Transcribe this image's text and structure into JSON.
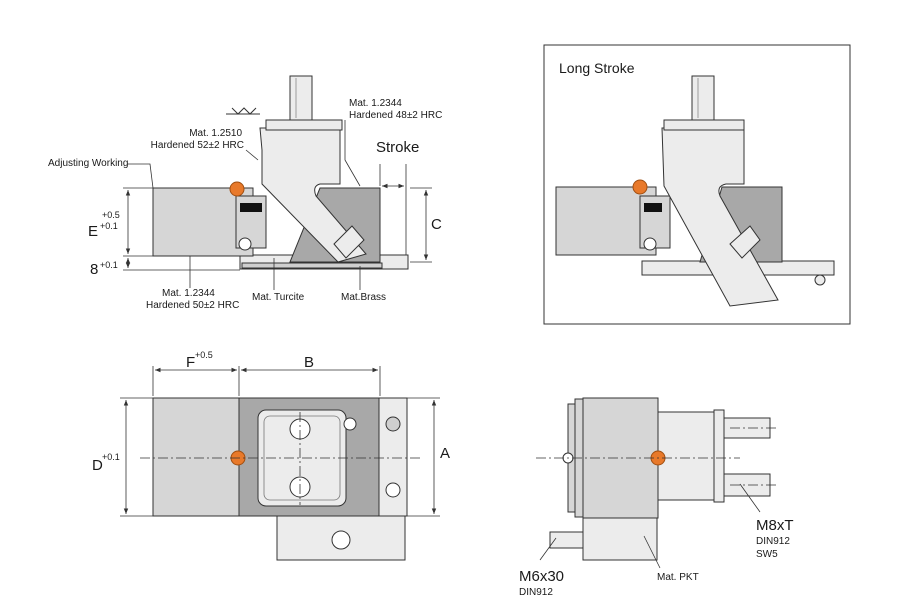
{
  "colors": {
    "body_grey": "#d6d6d6",
    "dark_grey": "#a8a8a8",
    "light_grey": "#ececec",
    "marker_orange": "#e8792a",
    "line": "#333333"
  },
  "side_view": {
    "material_1": {
      "line1": "Mat. 1.2344",
      "line2": "Hardened 48±2 HRC"
    },
    "material_2": {
      "line1": "Mat. 1.2510",
      "line2": "Hardened 52±2 HRC"
    },
    "material_3": {
      "line1": "Mat. 1.2344",
      "line2": "Hardened 50±2 HRC"
    },
    "adjusting_working": "Adjusting Working",
    "stroke": "Stroke",
    "dim_c": "C",
    "dim_e": "E",
    "dim_e_tol_upper": "+0.5",
    "dim_e_tol_lower": "+0.1",
    "dim_8": "8",
    "dim_8_tol": "+0.1",
    "mat_turcite": "Mat. Turcite",
    "mat_brass": "Mat.Brass"
  },
  "long_stroke": {
    "title": "Long Stroke"
  },
  "top_view": {
    "dim_f": "F",
    "dim_f_tol": "+0.5",
    "dim_b": "B",
    "dim_d": "D",
    "dim_d_tol": "+0.1",
    "dim_a": "A"
  },
  "end_view": {
    "screw_1": {
      "size": "M8xT",
      "std": "DIN912",
      "key": "SW5"
    },
    "screw_2": {
      "size": "M6x30",
      "std": "DIN912"
    },
    "mat_pkt": "Mat. PKT"
  }
}
